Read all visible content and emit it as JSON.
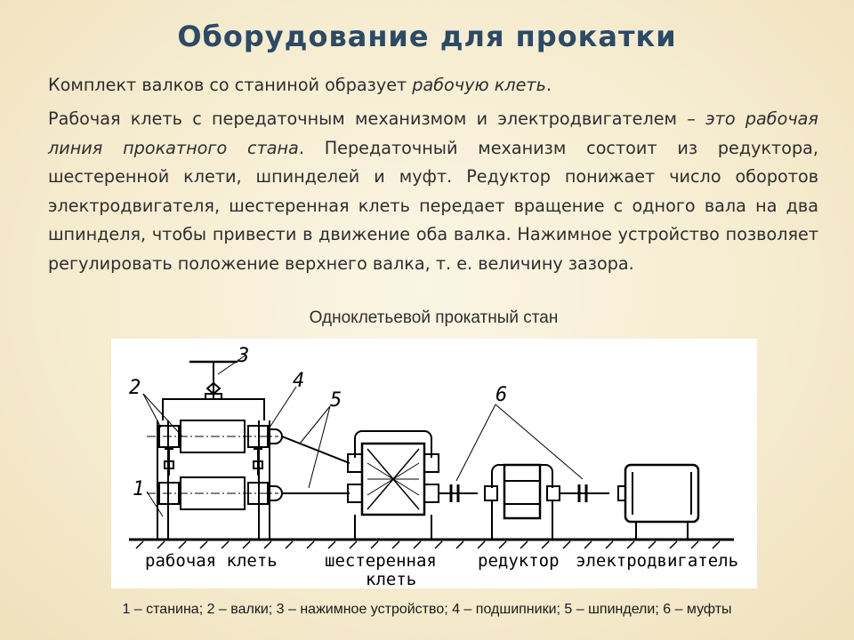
{
  "slide": {
    "title": "Оборудование для прокатки",
    "p1": {
      "before": "Комплект валков со станиной образует ",
      "emph": "рабочую клеть",
      "after": "."
    },
    "p2": {
      "before": "Рабочая клеть с передаточным механизмом и электродвигателем – ",
      "emph": "это рабочая линия прокатного стана",
      "after": ". Передаточный механизм состоит из редуктора, шестеренной клети, шпинделей и муфт. Редуктор понижает число оборотов электродвигателя, шестеренная клеть передает вращение с одного вала на два шпинделя, чтобы привести в движение оба валка. Нажимное устройство позволяет регулировать положение верхнего валка, т. е. величину зазора."
    },
    "caption": "Одноклетьевой прокатный стан",
    "legend": "1 – станина; 2 – валки; 3 – нажимное устройство; 4 – подшипники; 5 – шпиндели; 6 – муфты"
  },
  "diagram": {
    "labels": {
      "working_stand": "рабочая клеть",
      "gear_stand_1": "шестеренная",
      "gear_stand_2": "клеть",
      "reducer": "редуктор",
      "motor": "электродвигатель"
    },
    "numbers": {
      "n1": "1",
      "n2": "2",
      "n3": "3",
      "n4": "4",
      "n5": "5",
      "n6": "6"
    }
  }
}
